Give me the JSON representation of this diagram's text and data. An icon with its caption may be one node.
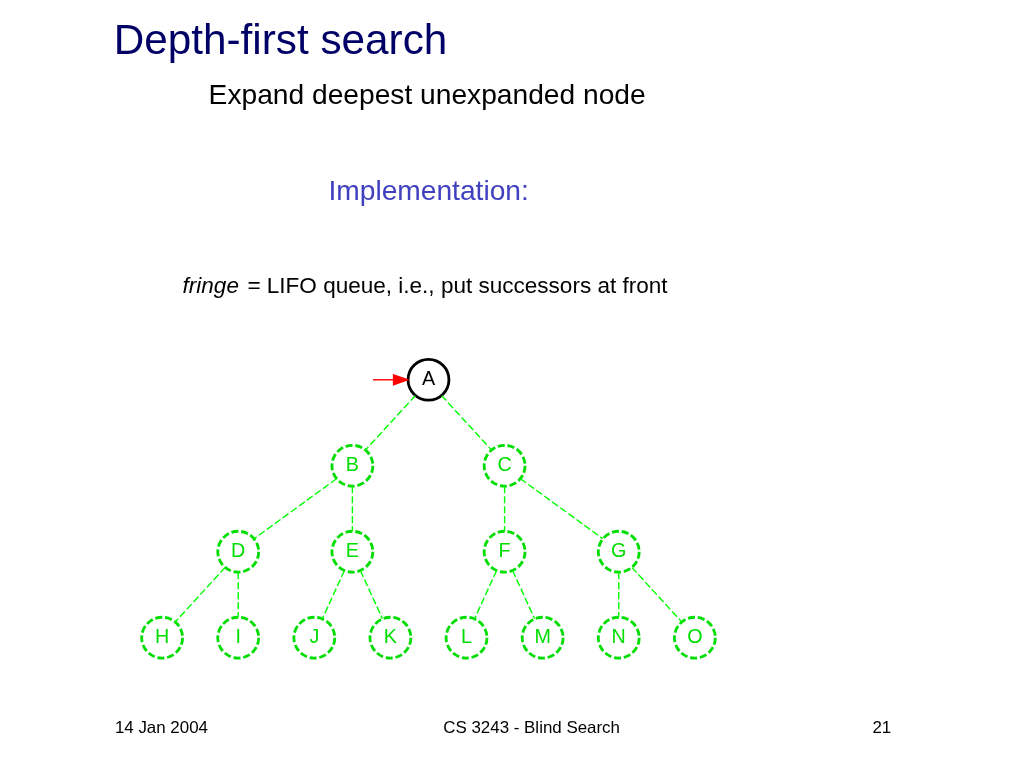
{
  "diagram": {
    "title": "Depth-first search",
    "nodes": [
      {
        "text": [
          "A"
        ]
      },
      {
        "text": [
          "B"
        ]
      },
      {
        "text": [
          "C"
        ]
      },
      {
        "text": [
          "D"
        ]
      },
      {
        "text": [
          "E"
        ]
      },
      {
        "text": [
          "F"
        ]
      },
      {
        "text": [
          "G"
        ]
      },
      {
        "text": [
          "H"
        ]
      },
      {
        "text": [
          "I"
        ]
      },
      {
        "text": [
          "J"
        ]
      },
      {
        "text": [
          "K"
        ]
      },
      {
        "text": [
          "L"
        ]
      },
      {
        "text": [
          "M"
        ]
      },
      {
        "text": [
          "N"
        ]
      },
      {
        "text": [
          "O"
        ]
      }
    ],
    "edges": [
      {
        "from": null,
        "to": 0,
        "arrow": "to",
        "color": "#ff0000"
      },
      {
        "from": 0,
        "to": 1,
        "arrow": "none",
        "style": "dashed",
        "color": "#00ff00"
      },
      {
        "from": 0,
        "to": 2,
        "arrow": "none",
        "style": "dashed",
        "color": "#00ff00"
      },
      {
        "from": 1,
        "to": 3,
        "arrow": "none",
        "style": "dashed",
        "color": "#00ff00"
      },
      {
        "from": 1,
        "to": 4,
        "arrow": "none",
        "style": "dashed",
        "color": "#00ff00"
      },
      {
        "from": 2,
        "to": 5,
        "arrow": "none",
        "style": "dashed",
        "color": "#00ff00"
      },
      {
        "from": 2,
        "to": 6,
        "arrow": "none",
        "style": "dashed",
        "color": "#00ff00"
      },
      {
        "from": 3,
        "to": 7,
        "arrow": "none",
        "style": "dashed",
        "color": "#00ff00"
      },
      {
        "from": 3,
        "to": 8,
        "arrow": "none",
        "style": "dashed",
        "color": "#00ff00"
      },
      {
        "from": 4,
        "to": 9,
        "arrow": "none",
        "style": "dashed",
        "color": "#00ff00"
      },
      {
        "from": 4,
        "to": 10,
        "arrow": "none",
        "style": "dashed",
        "color": "#00ff00"
      },
      {
        "from": 5,
        "to": 11,
        "arrow": "none",
        "style": "dashed",
        "color": "#00ff00"
      },
      {
        "from": 5,
        "to": 12,
        "arrow": "none",
        "style": "dashed",
        "color": "#00ff00"
      },
      {
        "from": 6,
        "to": 13,
        "arrow": "none",
        "style": "dashed",
        "color": "#00ff00"
      },
      {
        "from": 6,
        "to": 14,
        "arrow": "none",
        "style": "dashed",
        "color": "#00ff00"
      }
    ],
    "labels": [
      "Expand deepest unexpanded node",
      "Implementation:",
      "*fringe* = LIFO queue, i.e., put successors at front",
      "14 Jan 2004",
      "CS 3243 - Blind Search",
      "21"
    ]
  }
}
